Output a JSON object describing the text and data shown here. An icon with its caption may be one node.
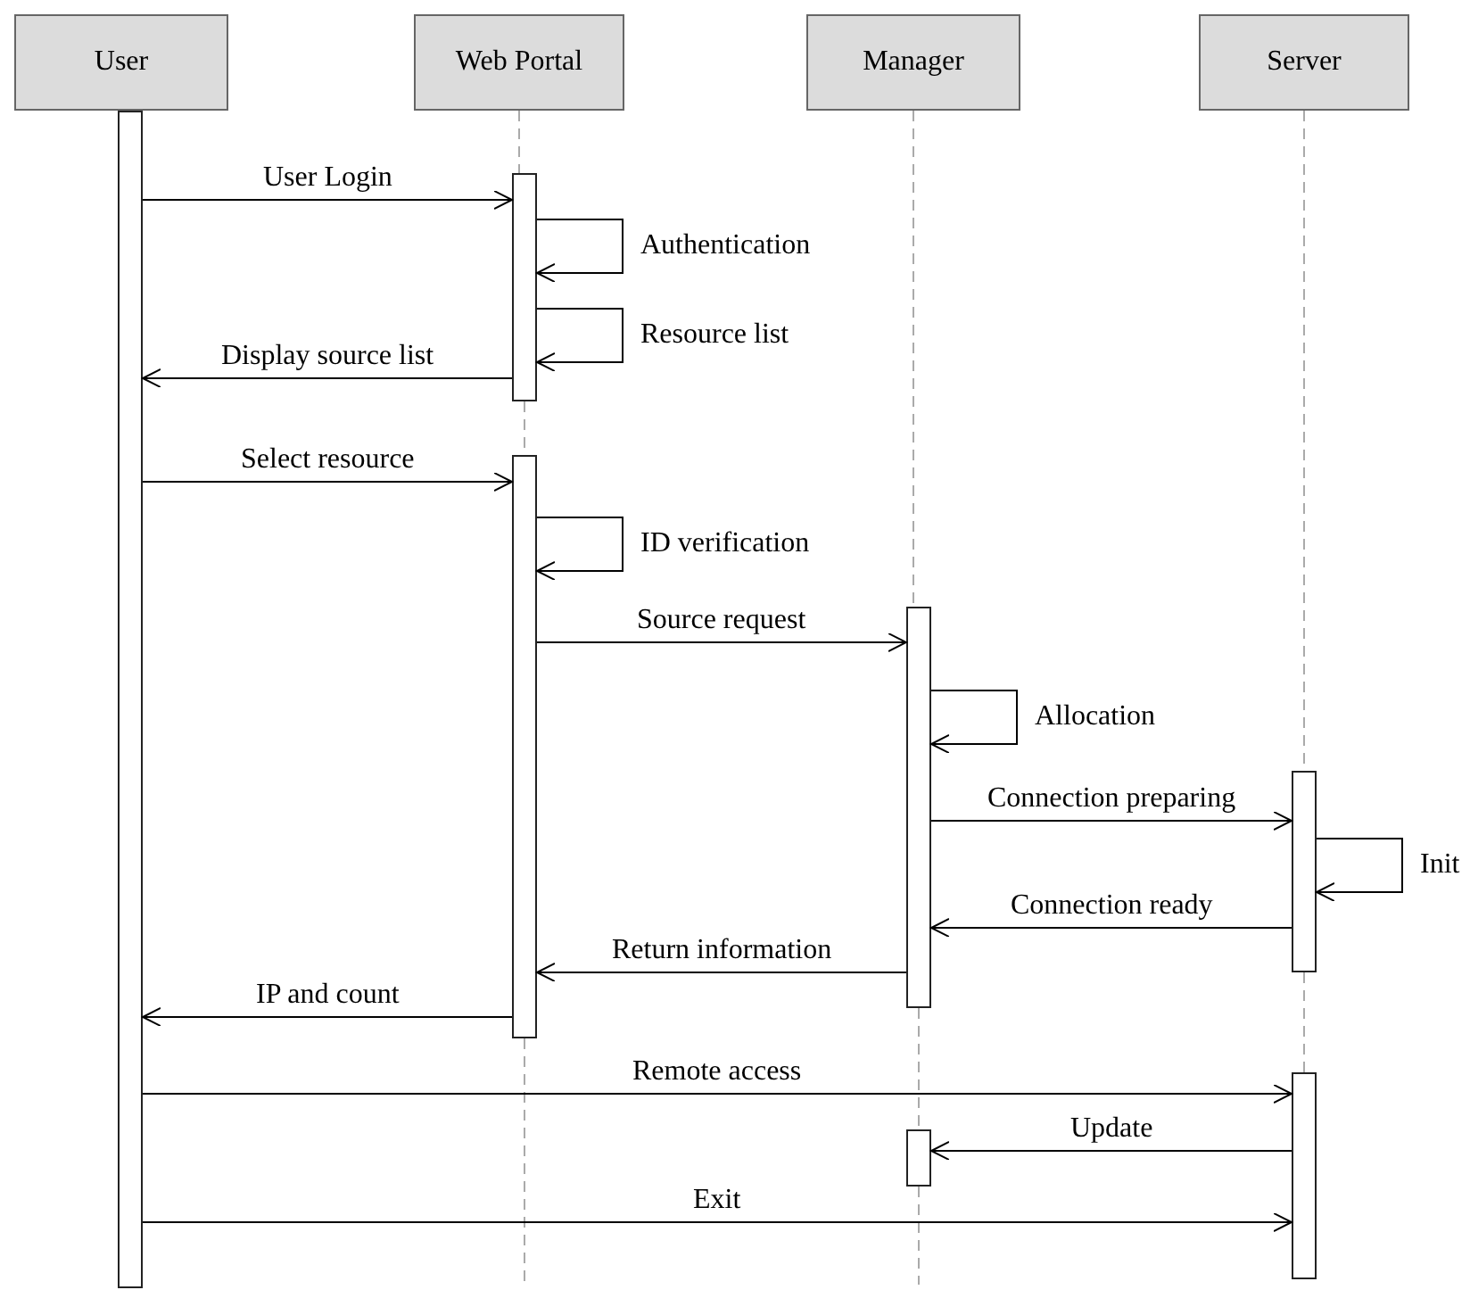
{
  "diagram": {
    "nodes": [
      {
        "text": [
          "User"
        ]
      },
      {
        "text": [
          "Web Portal"
        ]
      },
      {
        "text": [
          "Manager"
        ]
      },
      {
        "text": [
          "Server"
        ]
      },
      {
        "text": [],
        "shape": "bar"
      },
      {
        "text": [],
        "shape": "bar"
      },
      {
        "text": [],
        "shape": "bar"
      },
      {
        "text": [],
        "shape": "bar"
      },
      {
        "text": [],
        "shape": "bar"
      },
      {
        "text": [],
        "shape": "bar"
      },
      {
        "text": [],
        "shape": "bar"
      }
    ],
    "edges": [
      {
        "from": 4,
        "to": 5,
        "arrow": "to",
        "label": "User Login"
      },
      {
        "from": 5,
        "to": 5,
        "arrow": "to",
        "label": "Authentication"
      },
      {
        "from": 5,
        "to": 5,
        "arrow": "to",
        "label": "Resource list"
      },
      {
        "from": 5,
        "to": 4,
        "arrow": "to",
        "label": "Display source list"
      },
      {
        "from": 4,
        "to": 6,
        "arrow": "to",
        "label": "Select resource"
      },
      {
        "from": 6,
        "to": 6,
        "arrow": "to",
        "label": "ID verification"
      },
      {
        "from": 6,
        "to": 7,
        "arrow": "to",
        "label": "Source request"
      },
      {
        "from": 7,
        "to": 7,
        "arrow": "to",
        "label": "Allocation"
      },
      {
        "from": 7,
        "to": 8,
        "arrow": "to",
        "label": "Connection preparing"
      },
      {
        "from": 8,
        "to": 8,
        "arrow": "to",
        "label": "Init"
      },
      {
        "from": 8,
        "to": 7,
        "arrow": "to",
        "label": "Connection ready"
      },
      {
        "from": 7,
        "to": 6,
        "arrow": "to",
        "label": "Return information"
      },
      {
        "from": 6,
        "to": 4,
        "arrow": "to",
        "label": "IP and count"
      },
      {
        "from": 4,
        "to": 9,
        "arrow": "to",
        "label": "Remote access"
      },
      {
        "from": 9,
        "to": 10,
        "arrow": "to",
        "label": "Update"
      },
      {
        "from": 4,
        "to": 9,
        "arrow": "to",
        "label": "Exit"
      },
      {
        "from": 1,
        "to": 5,
        "arrow": "none",
        "style": "dashed",
        "color": "#aaaaaa"
      },
      {
        "from": 5,
        "to": 6,
        "arrow": "none",
        "style": "dashed",
        "color": "#aaaaaa"
      },
      {
        "from": 6,
        "to": null,
        "arrow": "none",
        "style": "dashed",
        "color": "#aaaaaa"
      },
      {
        "from": 2,
        "to": 7,
        "arrow": "none",
        "style": "dashed",
        "color": "#aaaaaa"
      },
      {
        "from": 7,
        "to": 10,
        "arrow": "none",
        "style": "dashed",
        "color": "#aaaaaa"
      },
      {
        "from": 10,
        "to": null,
        "arrow": "none",
        "style": "dashed",
        "color": "#aaaaaa"
      },
      {
        "from": 3,
        "to": 8,
        "arrow": "none",
        "style": "dashed",
        "color": "#aaaaaa"
      },
      {
        "from": 8,
        "to": 9,
        "arrow": "none",
        "style": "dashed",
        "color": "#aaaaaa"
      }
    ]
  }
}
